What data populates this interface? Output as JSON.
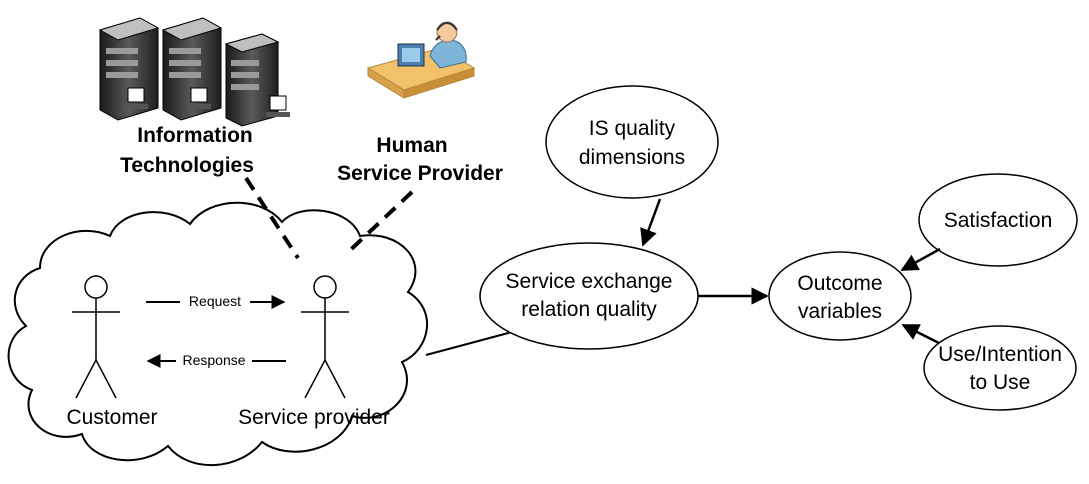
{
  "top_labels": {
    "information_technologies": [
      "Information",
      "Technologies"
    ],
    "human_service_provider": [
      "Human",
      "Service Provider"
    ]
  },
  "actors": {
    "customer": "Customer",
    "service_provider": "Service provider"
  },
  "messages": {
    "request": "Request",
    "response": "Response"
  },
  "nodes": {
    "is_quality": [
      "IS quality",
      "dimensions"
    ],
    "service_exchange": [
      "Service exchange",
      "relation quality"
    ],
    "outcome": [
      "Outcome",
      "variables"
    ],
    "satisfaction": [
      "Satisfaction"
    ],
    "use_intention": [
      "Use/Intention",
      "to Use"
    ]
  },
  "colors": {
    "server_dark": "#2b2b2b",
    "server_light": "#d9d9d9",
    "desk": "#f2c26b",
    "person": "#7fb4d9",
    "skin": "#f3c9a0"
  }
}
